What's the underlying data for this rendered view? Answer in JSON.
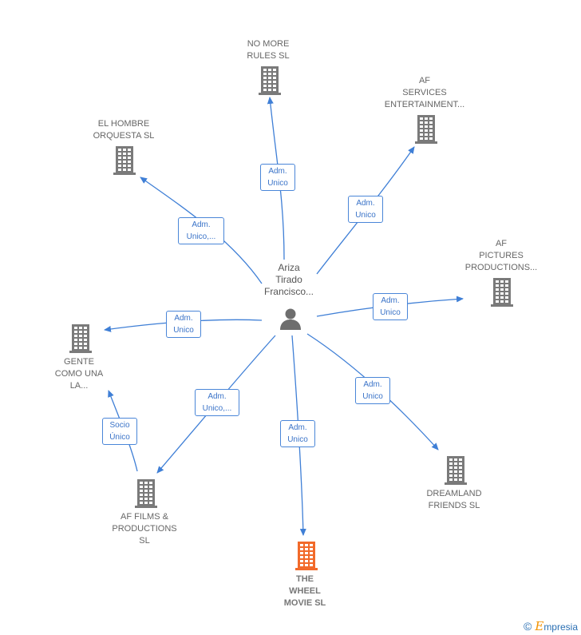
{
  "center": {
    "name": "Ariza\nTirado\nFrancisco..."
  },
  "nodes": [
    {
      "id": "no-more-rules",
      "name": "NO MORE\nRULES  SL",
      "relation": "Adm.\nUnico",
      "main": false
    },
    {
      "id": "af-services",
      "name": "AF\nSERVICES\nENTERTAINMENT...",
      "relation": "Adm.\nUnico",
      "main": false
    },
    {
      "id": "el-hombre-orquesta",
      "name": "EL HOMBRE\nORQUESTA  SL",
      "relation": "Adm.\nUnico,...",
      "main": false
    },
    {
      "id": "af-pictures",
      "name": "AF\nPICTURES\nPRODUCTIONS...",
      "relation": "Adm.\nUnico",
      "main": false
    },
    {
      "id": "gente-como-una",
      "name": "GENTE\nCOMO UNA\nLA...",
      "relation": "Adm.\nUnico",
      "main": false
    },
    {
      "id": "dreamland-friends",
      "name": "DREAMLAND\nFRIENDS SL",
      "relation": "Adm.\nUnico",
      "main": false
    },
    {
      "id": "af-films",
      "name": "AF FILMS &\nPRODUCTIONS\nSL",
      "relation": "Adm.\nUnico,...",
      "main": false
    },
    {
      "id": "the-wheel-movie",
      "name": "THE\nWHEEL\nMOVIE  SL",
      "relation": "Adm.\nUnico",
      "main": true
    }
  ],
  "secondary_edges": [
    {
      "from": "af-films",
      "to": "gente-como-una",
      "relation": "Socio\nÚnico"
    }
  ],
  "colors": {
    "edge": "#3f7fd6",
    "building": "#7a7a7a",
    "building_main": "#f26a2a",
    "person": "#6e6e6e"
  },
  "brand": {
    "copyright": "©",
    "initial": "E",
    "rest": "mpresia"
  }
}
